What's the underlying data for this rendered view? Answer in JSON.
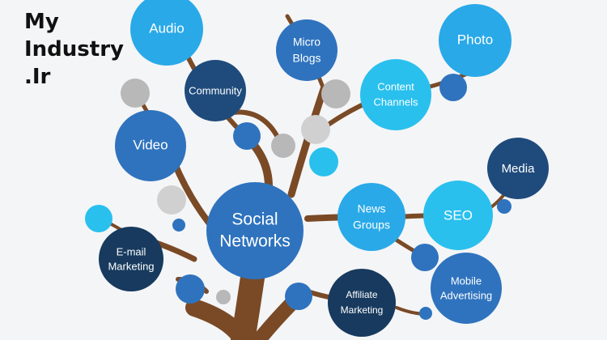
{
  "logo": {
    "line1": "My",
    "line2": "Industry",
    "line3": ".Ir"
  },
  "colors": {
    "branch": "#7a4a26",
    "dark_blue": "#1f4b7c",
    "mid_blue": "#2f73be",
    "light_blue": "#2aa6e6",
    "cyan": "#29c0ee",
    "grey": "#b8b8b8",
    "navy": "#173a5e"
  },
  "nodes": {
    "social_networks": {
      "line1": "Social",
      "line2": "Networks"
    },
    "audio": "Audio",
    "community": "Community",
    "micro_blogs": {
      "line1": "Micro",
      "line2": "Blogs"
    },
    "photo": "Photo",
    "content_channels": {
      "line1": "Content",
      "line2": "Channels"
    },
    "video": "Video",
    "media": "Media",
    "news_groups": {
      "line1": "News",
      "line2": "Groups"
    },
    "seo": "SEO",
    "email_marketing": {
      "line1": "E-mail",
      "line2": "Marketing"
    },
    "mobile_advertising": {
      "line1": "Mobile",
      "line2": "Advertising"
    },
    "affiliate_marketing": {
      "line1": "Affiliate",
      "line2": "Marketing"
    }
  }
}
